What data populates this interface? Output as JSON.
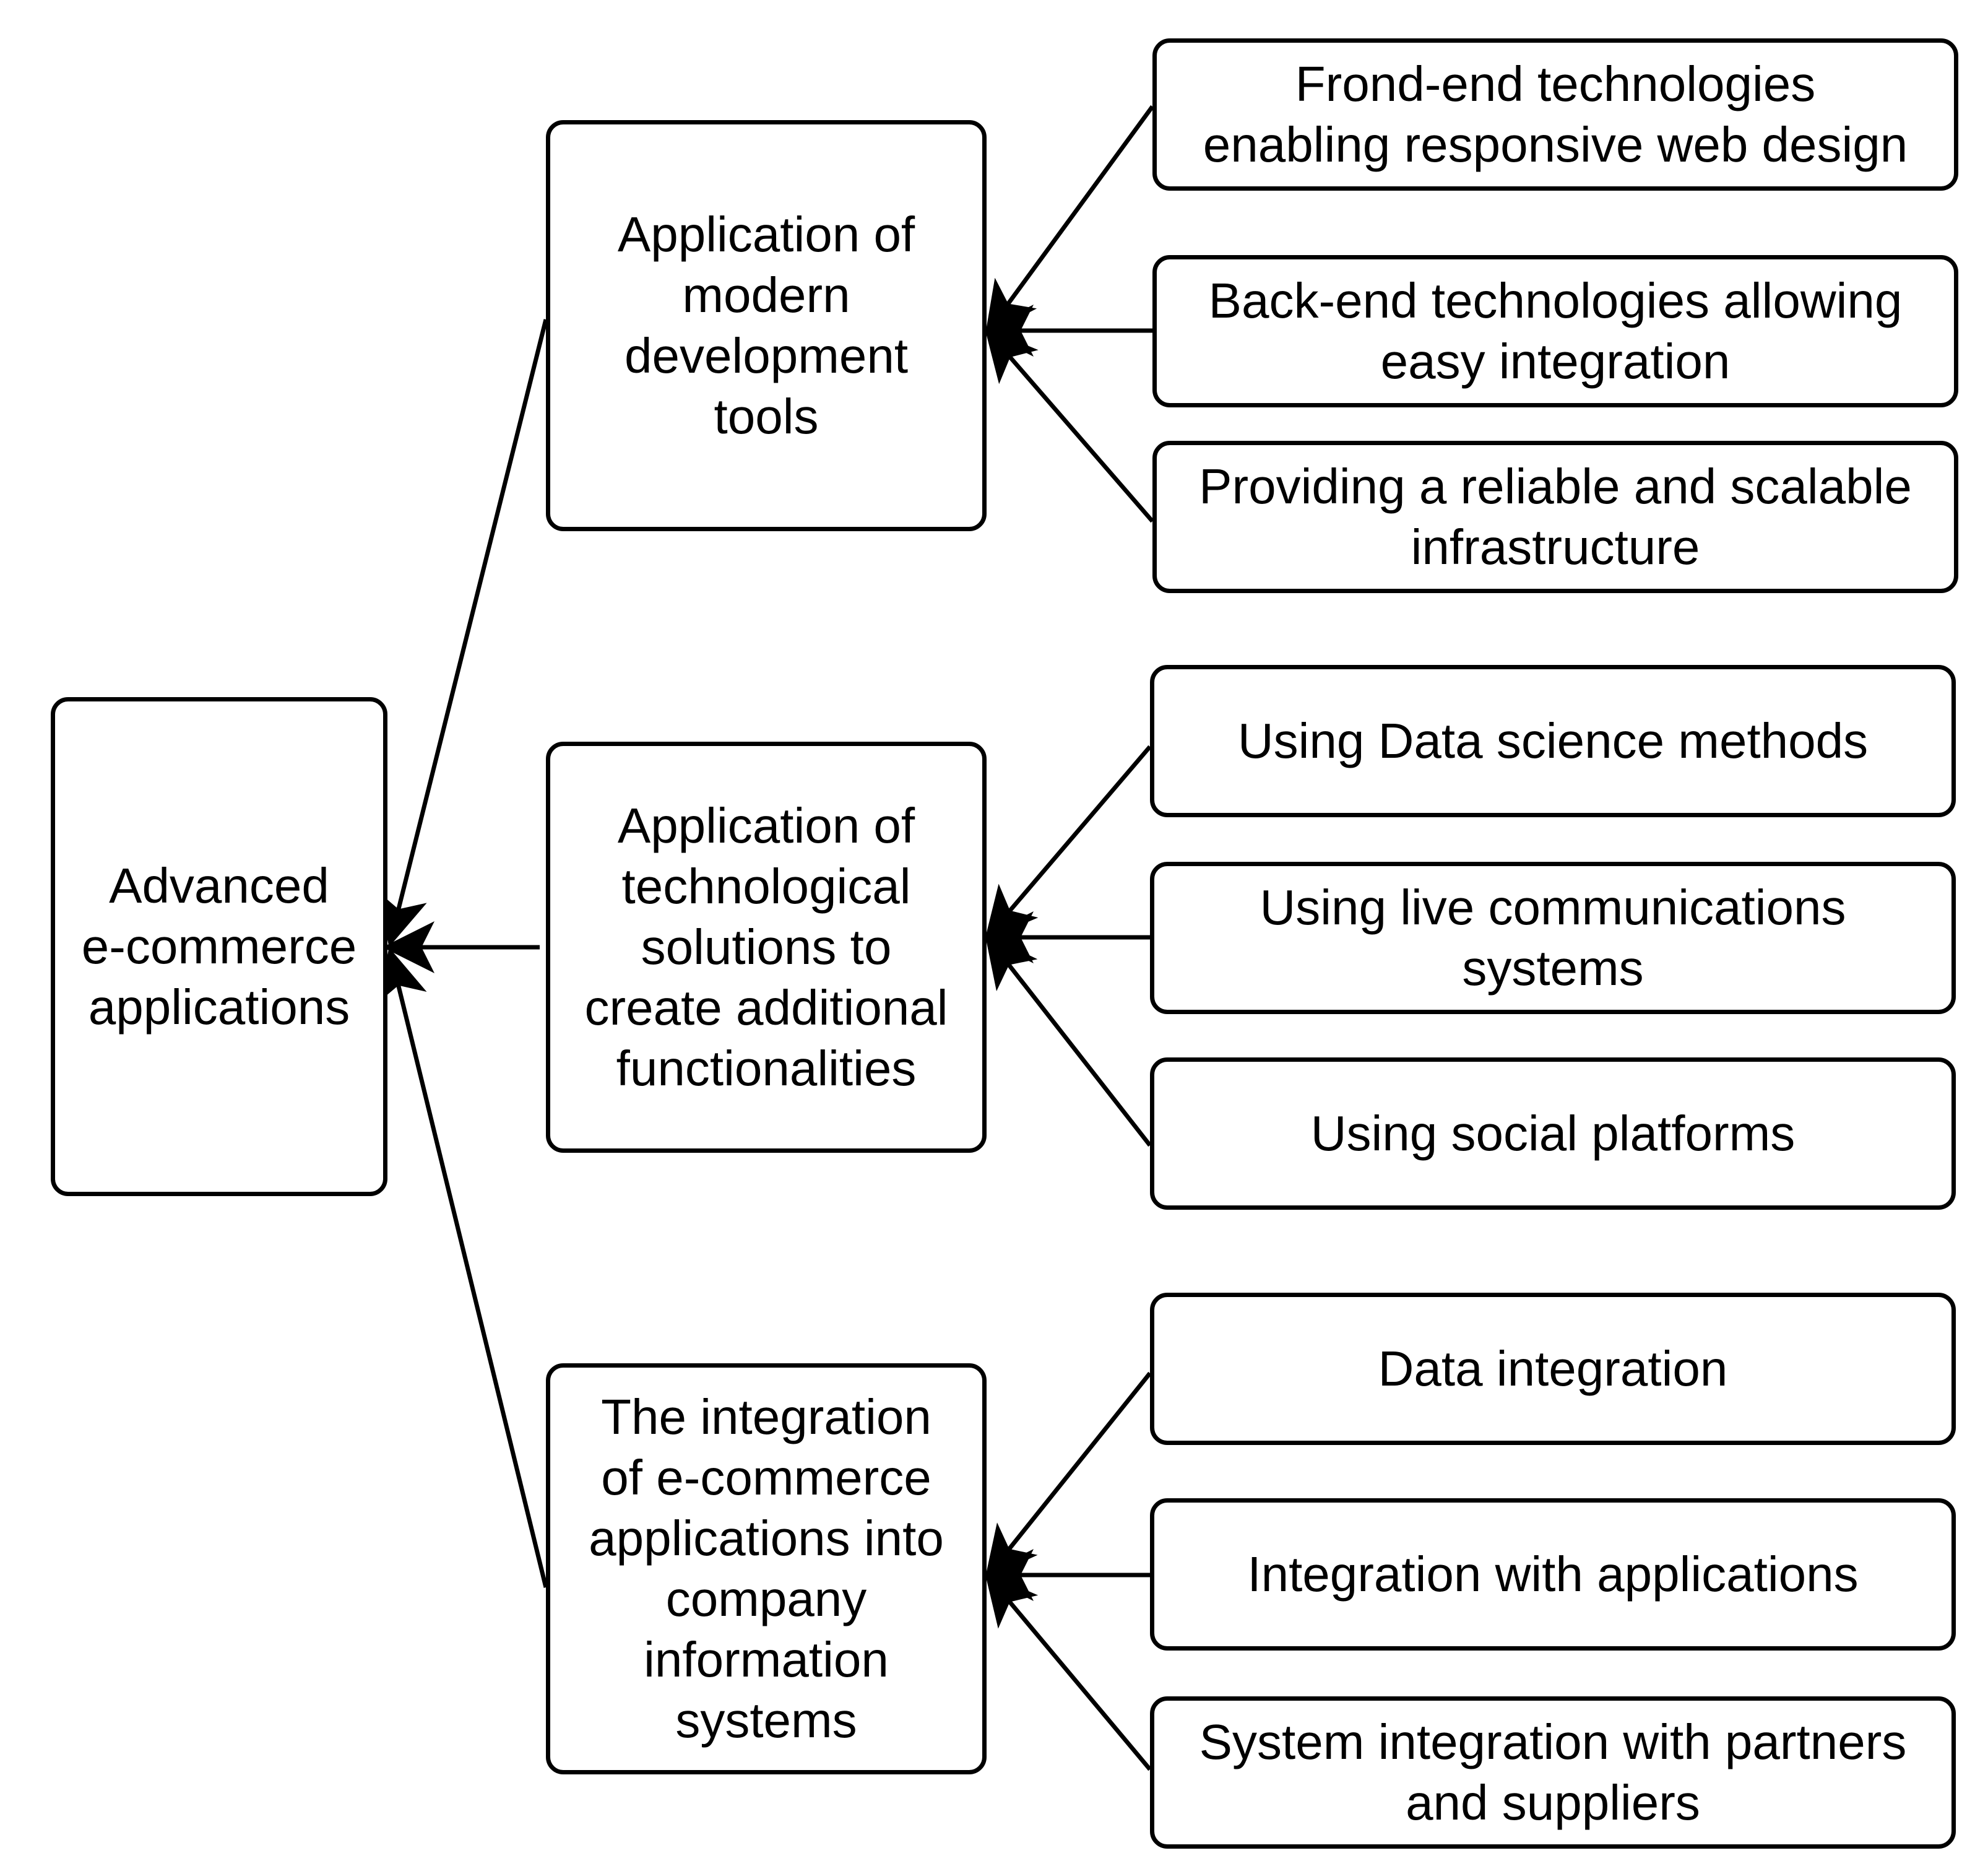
{
  "root": {
    "label": "Advanced\ne-commerce\napplications"
  },
  "branches": [
    {
      "label": "Application of\nmodern\ndevelopment\ntools",
      "leaves": [
        "Frond-end technologies\nenabling responsive web design",
        "Back-end technologies allowing\neasy integration",
        "Providing a reliable and scalable\ninfrastructure"
      ]
    },
    {
      "label": "Application of\ntechnological\nsolutions to\ncreate additional\nfunctionalities",
      "leaves": [
        "Using Data science methods",
        "Using live communications\nsystems",
        "Using social platforms"
      ]
    },
    {
      "label": "The integration\nof e-commerce\napplications into\ncompany\ninformation\nsystems",
      "leaves": [
        "Data integration",
        "Integration with applications",
        "System integration with partners\nand suppliers"
      ]
    }
  ]
}
